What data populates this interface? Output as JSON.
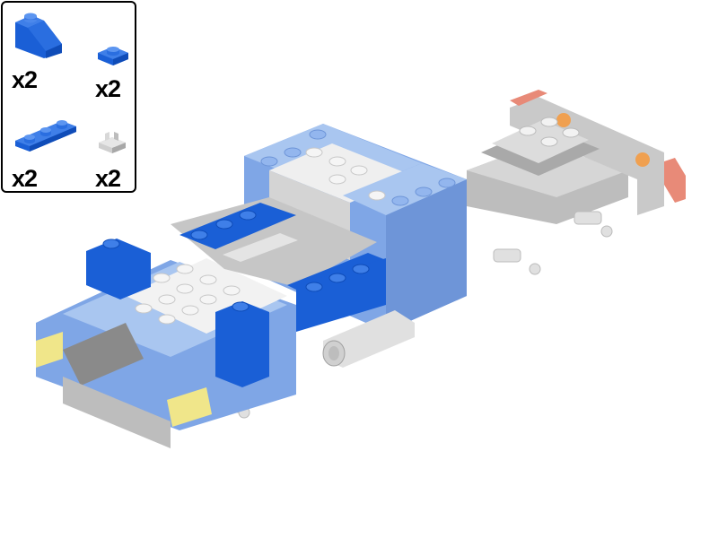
{
  "page": {
    "type": "building-instruction-step",
    "background": "#ffffff"
  },
  "parts_callout": {
    "items": [
      {
        "part": "slope-brick-1x2",
        "color": "#1a5fd6",
        "quantity": "x2"
      },
      {
        "part": "plate-1x1",
        "color": "#1a5fd6",
        "quantity": "x2"
      },
      {
        "part": "plate-1x3",
        "color": "#1a5fd6",
        "quantity": "x2"
      },
      {
        "part": "plate-1x1-with-clip",
        "color": "#c8c8c8",
        "quantity": "x2"
      }
    ]
  },
  "model": {
    "description": "Blue and white vehicle chassis assembly",
    "colors": {
      "dark_blue": "#1a5fd6",
      "medium_blue": "#7fa6e6",
      "light_blue": "#a9c6f0",
      "white": "#f2f2f2",
      "light_gray": "#c6c6c6",
      "dark_gray": "#8a8a8a",
      "trans_yellow": "#f0e68a",
      "trans_red": "#e88a78",
      "orange": "#f0a050"
    }
  }
}
